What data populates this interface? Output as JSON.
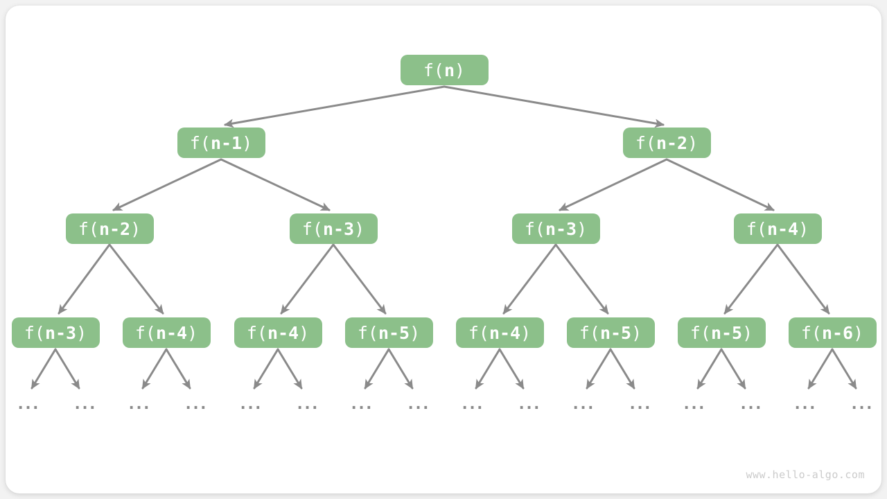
{
  "colors": {
    "page_bg": "#F2F2F2",
    "card_bg": "#FFFFFF",
    "node_bg": "#8CC08A",
    "node_text": "#FFFFFF",
    "arrow": "#8A8A8A",
    "dots": "#8A8A8A",
    "watermark": "#CBCBCB"
  },
  "tree": {
    "node_prefix": "f(",
    "node_suffix": ")",
    "ellipsis": "...",
    "nodes": [
      {
        "level": 1,
        "arg": "n"
      },
      {
        "level": 2,
        "arg": "n-1"
      },
      {
        "level": 2,
        "arg": "n-2"
      },
      {
        "level": 3,
        "arg": "n-2"
      },
      {
        "level": 3,
        "arg": "n-3"
      },
      {
        "level": 3,
        "arg": "n-3"
      },
      {
        "level": 3,
        "arg": "n-4"
      },
      {
        "level": 4,
        "arg": "n-3"
      },
      {
        "level": 4,
        "arg": "n-4"
      },
      {
        "level": 4,
        "arg": "n-4"
      },
      {
        "level": 4,
        "arg": "n-5"
      },
      {
        "level": 4,
        "arg": "n-4"
      },
      {
        "level": 4,
        "arg": "n-5"
      },
      {
        "level": 4,
        "arg": "n-5"
      },
      {
        "level": 4,
        "arg": "n-6"
      }
    ]
  },
  "footer": {
    "watermark": "www.hello-algo.com"
  }
}
